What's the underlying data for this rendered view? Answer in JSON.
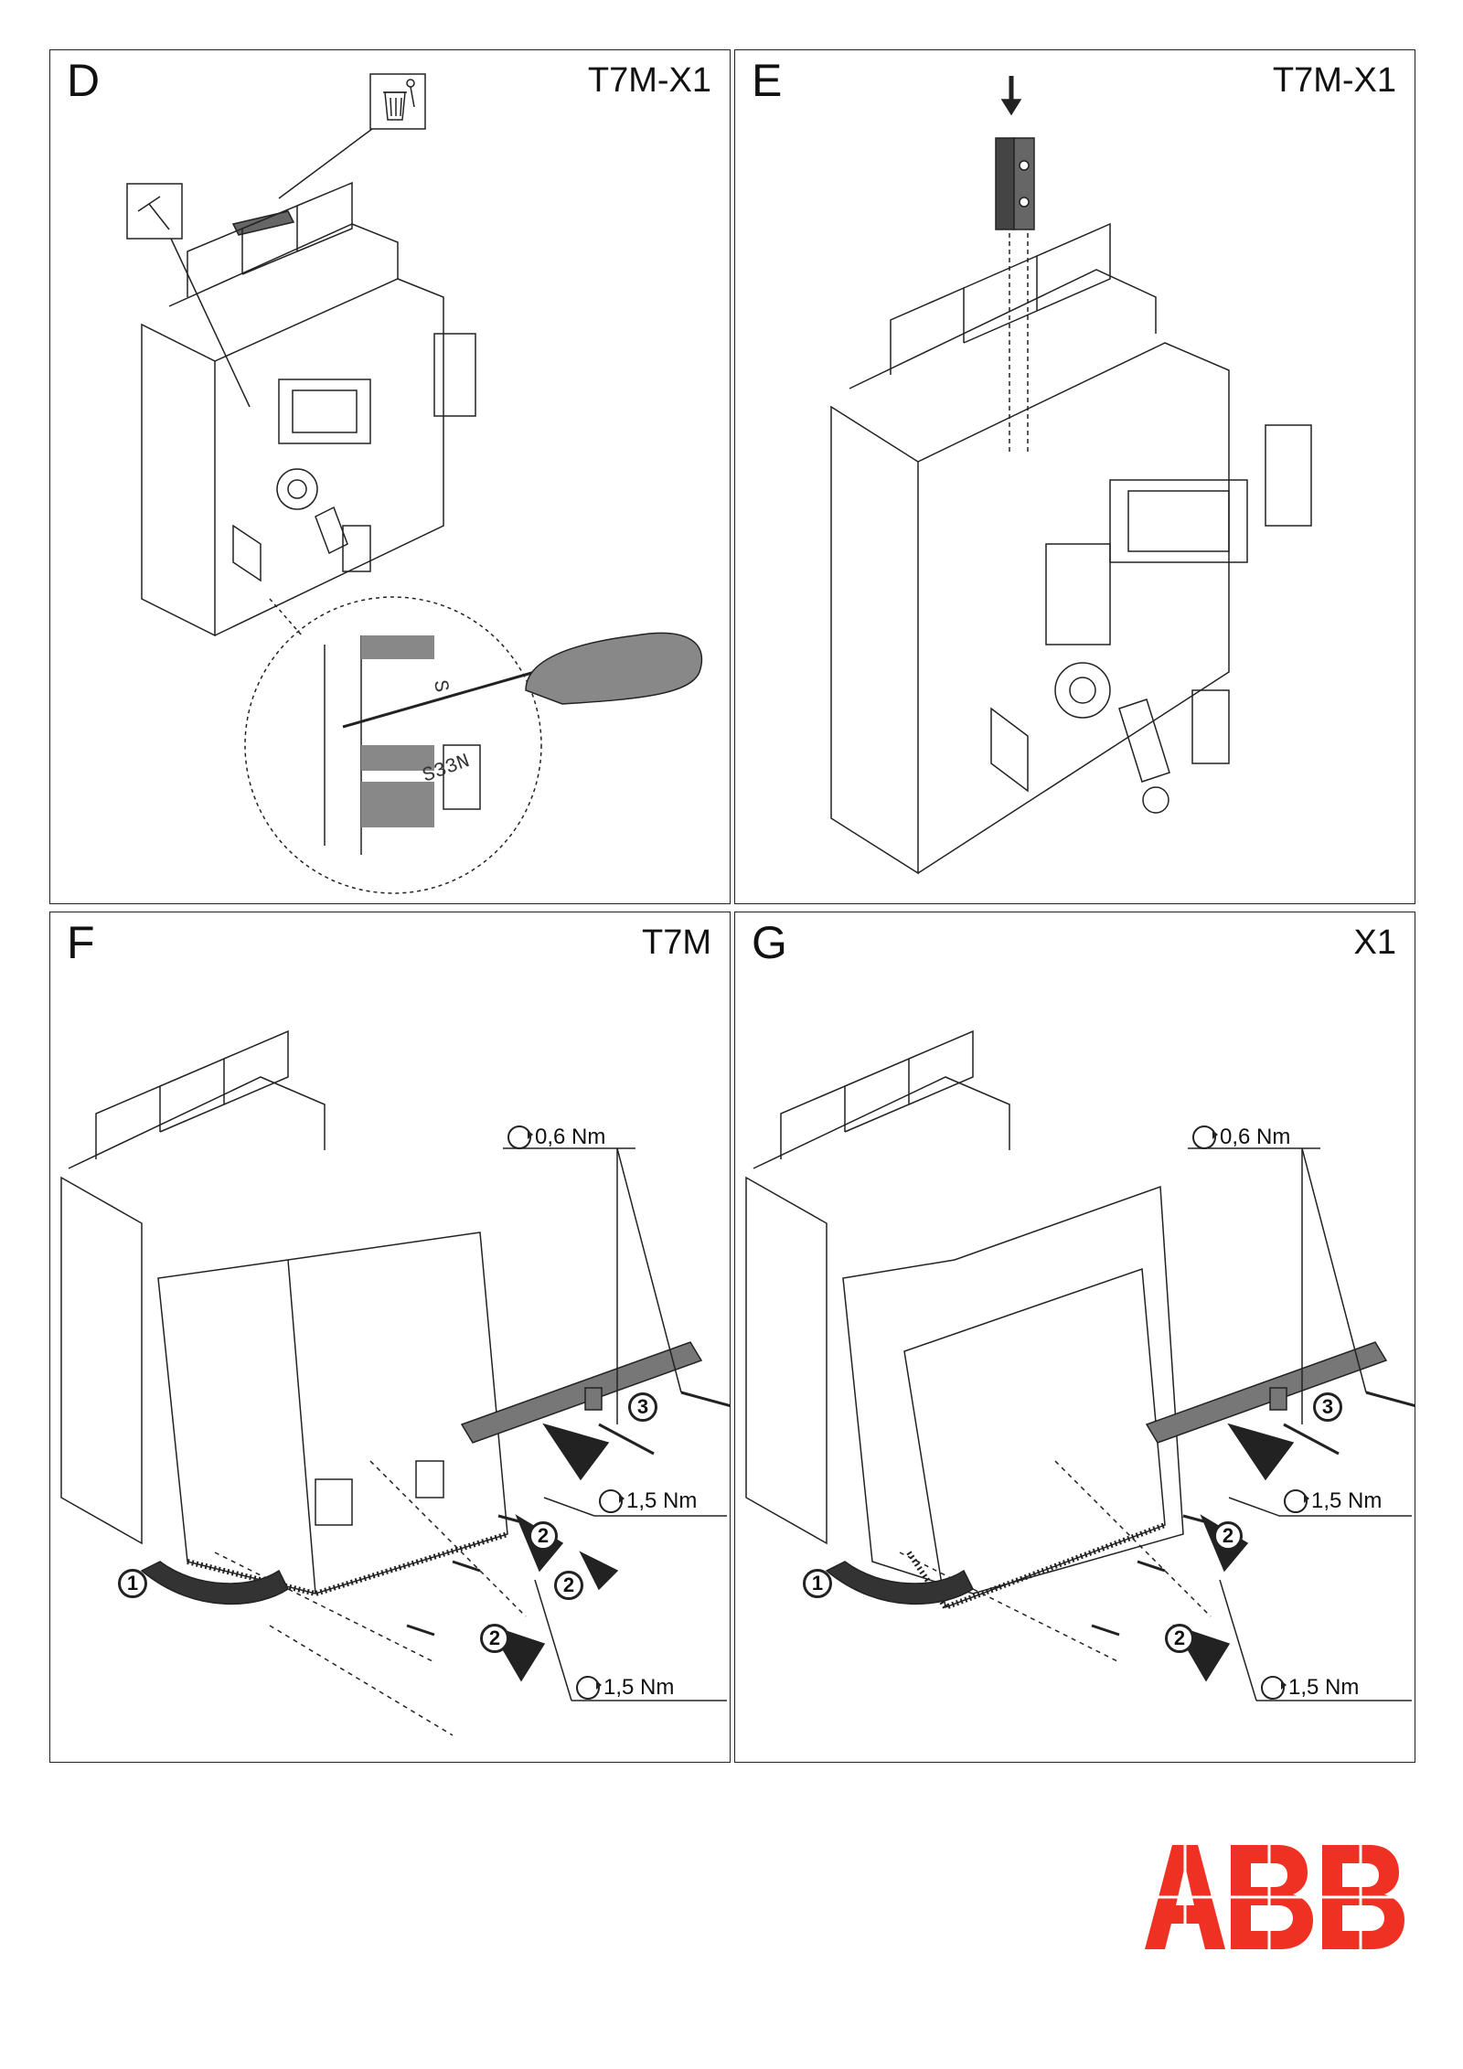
{
  "panels": {
    "d": {
      "letter": "D",
      "model": "T7M-X1"
    },
    "e": {
      "letter": "E",
      "model": "T7M-X1"
    },
    "f": {
      "letter": "F",
      "model": "T7M",
      "torque_top": "0,6 Nm",
      "torque_mid": "1,5 Nm",
      "torque_bottom": "1,5 Nm",
      "steps": [
        "1",
        "2",
        "2",
        "2",
        "3"
      ]
    },
    "g": {
      "letter": "G",
      "model": "X1",
      "torque_top": "0,6 Nm",
      "torque_mid": "1,5 Nm",
      "torque_bottom": "1,5 Nm",
      "steps": [
        "1",
        "2",
        "2",
        "3"
      ]
    }
  },
  "icons": [
    "hammer-icon",
    "recycle-bin-icon",
    "screwdriver-icon",
    "down-arrow-icon",
    "torque-rotation-icon"
  ],
  "logo": {
    "text": "ABB",
    "color": "#ef3124"
  },
  "colors": {
    "line": "#222222",
    "fill_dark": "#555555",
    "fill_grey": "#888888"
  }
}
